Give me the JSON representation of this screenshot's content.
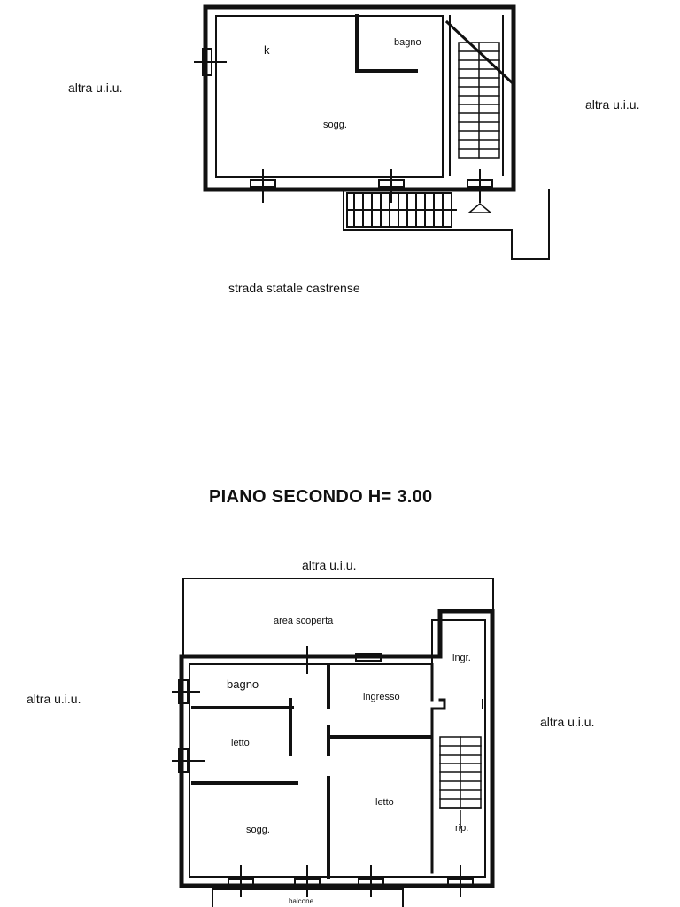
{
  "top_plan": {
    "left_label": "altra u.i.u.",
    "right_label": "altra u.i.u.",
    "rooms": {
      "kitchen": "k",
      "bath": "bagno",
      "living": "sogg."
    },
    "street": "strada statale castrense"
  },
  "second_floor": {
    "title": "PIANO SECONDO H= 3.00",
    "top_label": "altra u.i.u.",
    "left_label": "altra u.i.u.",
    "right_label": "altra u.i.u.",
    "rooms": {
      "open_area": "area scoperta",
      "entry_small": "ingr.",
      "bath": "bagno",
      "hall": "ingresso",
      "bedroom_1": "letto",
      "bedroom_2": "letto",
      "living": "sogg.",
      "storage": "rip.",
      "balcony": "balcone"
    }
  }
}
